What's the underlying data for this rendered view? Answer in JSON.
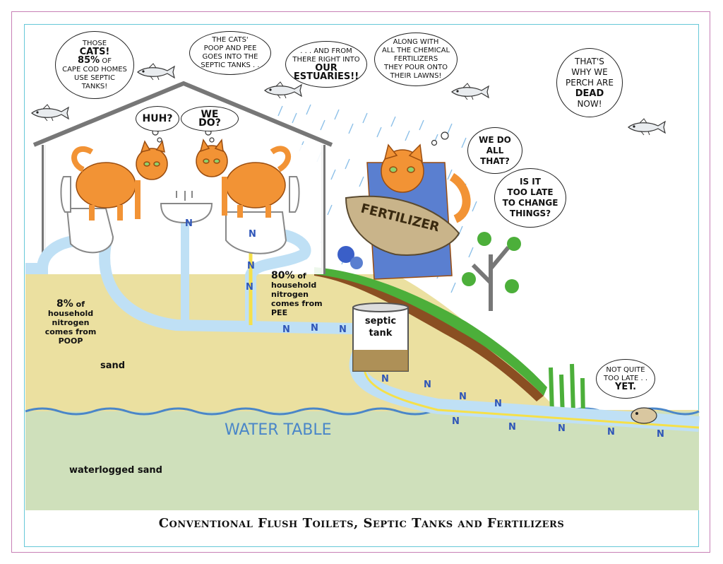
{
  "title": "Conventional Flush Toilets, Septic Tanks and Fertilizers",
  "bubbles": {
    "fish1": {
      "l1": "THOSE",
      "l2": "CATS!",
      "l3_strong": "85%",
      "l3_rest": "OF",
      "l4": "CAPE COD HOMES",
      "l5": "USE SEPTIC",
      "l6": "TANKS!"
    },
    "fish2": {
      "l1": "THE CATS'",
      "l2": "POOP AND PEE",
      "l3": "GOES INTO THE",
      "l4": "SEPTIC TANKS . ."
    },
    "fish3": {
      "l1": ". . . AND FROM",
      "l2": "THERE RIGHT INTO",
      "l3": "OUR",
      "l4": "ESTUARIES!!"
    },
    "fish4": {
      "l1": "ALONG WITH",
      "l2": "ALL THE CHEMICAL",
      "l3": "FERTILIZERS",
      "l4": "THEY POUR ONTO",
      "l5": "THEIR LAWNS!"
    },
    "fish5": {
      "l1": "THAT'S",
      "l2": "WHY WE",
      "l3_rest": "PERCH ARE",
      "l4_strong": "DEAD",
      "l5": "NOW!"
    },
    "cat1": "HUH?",
    "cat2": "WE DO?",
    "cat3a": {
      "l1": "WE DO",
      "l2": "ALL",
      "l3": "THAT?"
    },
    "cat3b": {
      "l1": "IS IT",
      "l2": "TOO LATE",
      "l3": "TO CHANGE",
      "l4": "THINGS?"
    },
    "perch": {
      "l1": "NOT QUITE",
      "l2": "TOO LATE . .",
      "l3": "YET."
    }
  },
  "labels": {
    "poop_pct": "8%",
    "poop_of": "of",
    "poop_l2": "household nitrogen",
    "poop_l3": "comes from",
    "poop_l4": "POOP",
    "pee_pct": "80%",
    "pee_of": "of",
    "pee_l2": "household nitrogen",
    "pee_l3": "comes from",
    "pee_l4": "PEE",
    "septic_l1": "septic",
    "septic_l2": "tank",
    "sand": "sand",
    "water_table": "WATER TABLE",
    "waterlogged": "waterlogged sand",
    "fertilizer_bag": "FERTILIZER",
    "nitrogen_letter": "N"
  },
  "colors": {
    "sand": "#ebe0a0",
    "waterlogged": "#cfe0bb",
    "water": "#6ab0dd",
    "water_light": "#bfe0f5",
    "urine": "#f5e04a",
    "nitrogen": "#2e55b8",
    "cat_orange": "#f29335",
    "cat_light": "#fbd489",
    "house_line": "#777777",
    "grass": "#4caf3a",
    "soil": "#8a4f22",
    "rain": "#8cc0e8",
    "water_table_text": "#4a86c8",
    "frame_pink": "#c77fb6",
    "frame_cyan": "#66c8d8"
  }
}
